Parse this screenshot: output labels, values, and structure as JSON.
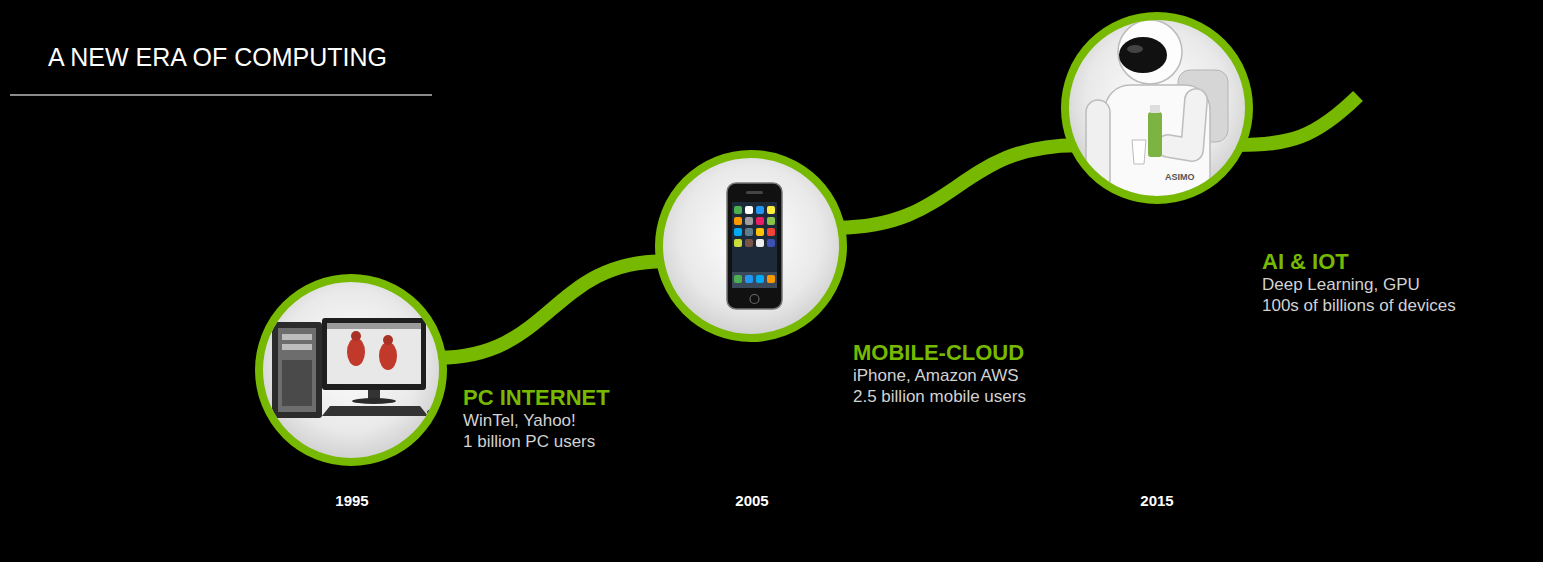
{
  "diagram": {
    "title": "A NEW ERA OF COMPUTING",
    "nodes": [
      {
        "text": [
          "PC INTERNET",
          "WinTel, Yahoo!",
          "1 billion PC users"
        ]
      },
      {
        "text": [
          "MOBILE-CLOUD",
          "iPhone, Amazon AWS",
          "2.5 billion mobile users"
        ]
      },
      {
        "text": [
          "AI & IOT",
          "Deep Learning, GPU",
          "100s of billions of devices"
        ]
      }
    ],
    "edges": [
      {
        "from": 0,
        "to": 1,
        "arrow": "none"
      },
      {
        "from": 1,
        "to": 2,
        "arrow": "none"
      }
    ],
    "labels": [
      "1995",
      "2005",
      "2015",
      "ASIMO"
    ]
  }
}
